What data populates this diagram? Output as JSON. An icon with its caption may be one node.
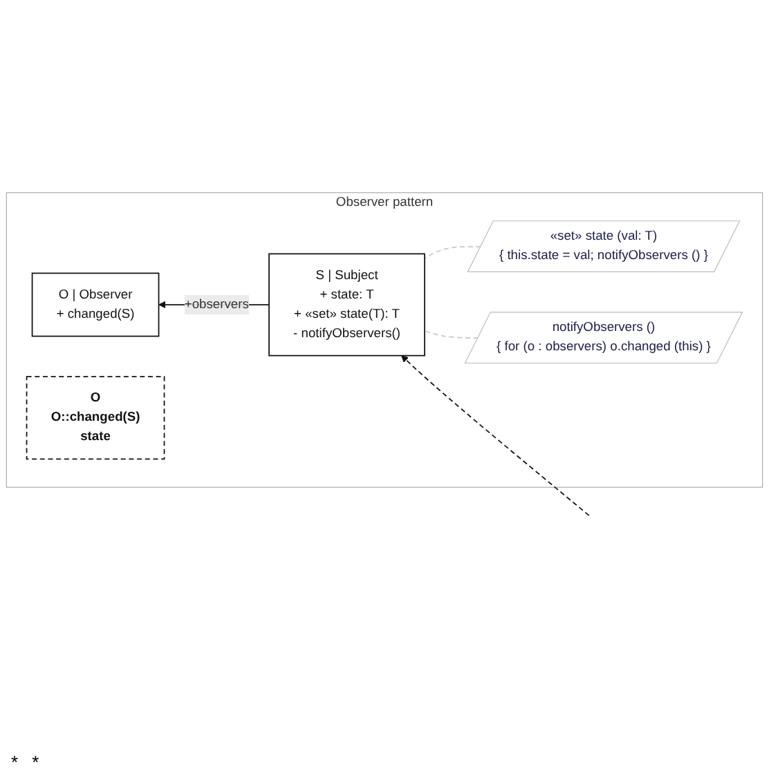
{
  "diagram": {
    "nodes": [
      {
        "text": [
          "Observer pattern"
        ]
      },
      {
        "text": [
          "O | Observer",
          "+ changed(S)"
        ],
        "in": 0
      },
      {
        "text": [
          "S | Subject",
          "+ state: T",
          "+ «set» state(T): T",
          "- notifyObservers()"
        ],
        "in": 0
      },
      {
        "text": [
          "O",
          "O::changed(S)",
          "state"
        ],
        "in": 0
      },
      {
        "text": [
          "«set» state (val: T)",
          "{ this.state = val; notifyObservers () }"
        ],
        "in": 0
      },
      {
        "text": [
          "notifyObservers ()",
          "{ for (o : observers) o.changed (this) }"
        ],
        "in": 0
      }
    ],
    "edges": [
      {
        "from": 2,
        "to": 1,
        "arrow": "to",
        "label": "+observers"
      },
      {
        "from": 4,
        "to": 2,
        "arrow": "none",
        "style": "dashed",
        "color": "#c8c8c8"
      },
      {
        "from": 5,
        "to": 2,
        "arrow": "none",
        "style": "dashed",
        "color": "#c8c8c8"
      },
      {
        "from": null,
        "to": 2,
        "arrow": "to",
        "style": "dashed"
      }
    ],
    "labels": [
      "*",
      "*"
    ]
  }
}
